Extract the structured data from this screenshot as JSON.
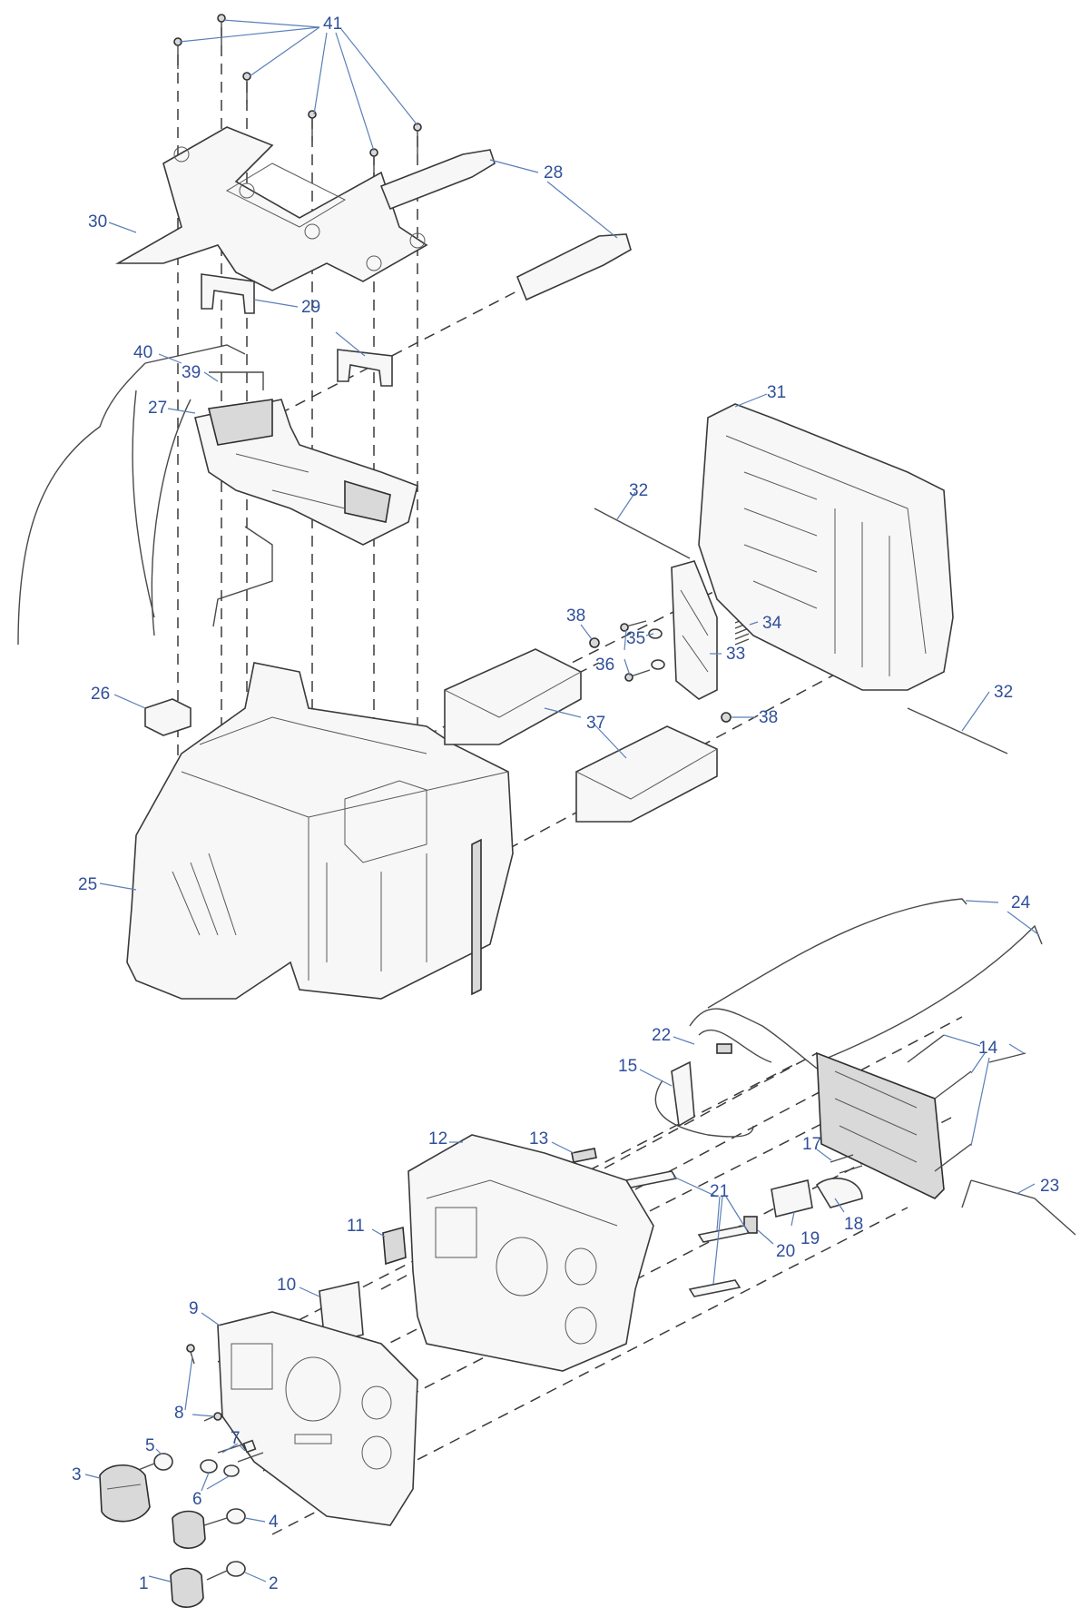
{
  "callouts": [
    {
      "id": "1",
      "text": "1"
    },
    {
      "id": "2",
      "text": "2"
    },
    {
      "id": "3",
      "text": "3"
    },
    {
      "id": "4",
      "text": "4"
    },
    {
      "id": "5",
      "text": "5"
    },
    {
      "id": "6",
      "text": "6"
    },
    {
      "id": "7",
      "text": "7"
    },
    {
      "id": "8",
      "text": "8"
    },
    {
      "id": "9",
      "text": "9"
    },
    {
      "id": "10",
      "text": "10"
    },
    {
      "id": "11",
      "text": "11"
    },
    {
      "id": "12",
      "text": "12"
    },
    {
      "id": "13",
      "text": "13"
    },
    {
      "id": "14",
      "text": "14"
    },
    {
      "id": "15",
      "text": "15"
    },
    {
      "id": "17",
      "text": "17"
    },
    {
      "id": "18",
      "text": "18"
    },
    {
      "id": "19",
      "text": "19"
    },
    {
      "id": "20",
      "text": "20"
    },
    {
      "id": "21",
      "text": "21"
    },
    {
      "id": "22",
      "text": "22"
    },
    {
      "id": "23",
      "text": "23"
    },
    {
      "id": "24",
      "text": "24"
    },
    {
      "id": "25",
      "text": "25"
    },
    {
      "id": "26",
      "text": "26"
    },
    {
      "id": "27",
      "text": "27"
    },
    {
      "id": "28",
      "text": "28"
    },
    {
      "id": "29",
      "text": "29"
    },
    {
      "id": "30",
      "text": "30"
    },
    {
      "id": "31",
      "text": "31"
    },
    {
      "id": "32a",
      "text": "32"
    },
    {
      "id": "32b",
      "text": "32"
    },
    {
      "id": "33",
      "text": "33"
    },
    {
      "id": "34",
      "text": "34"
    },
    {
      "id": "35",
      "text": "35"
    },
    {
      "id": "36",
      "text": "36"
    },
    {
      "id": "37",
      "text": "37"
    },
    {
      "id": "38a",
      "text": "38"
    },
    {
      "id": "38b",
      "text": "38"
    },
    {
      "id": "39",
      "text": "39"
    },
    {
      "id": "40",
      "text": "40"
    },
    {
      "id": "41",
      "text": "41"
    }
  ],
  "colors": {
    "label": "#2f4f9a",
    "leader": "#5a7fb8",
    "line": "#3a3a3a",
    "fill": "#f7f7f7"
  }
}
